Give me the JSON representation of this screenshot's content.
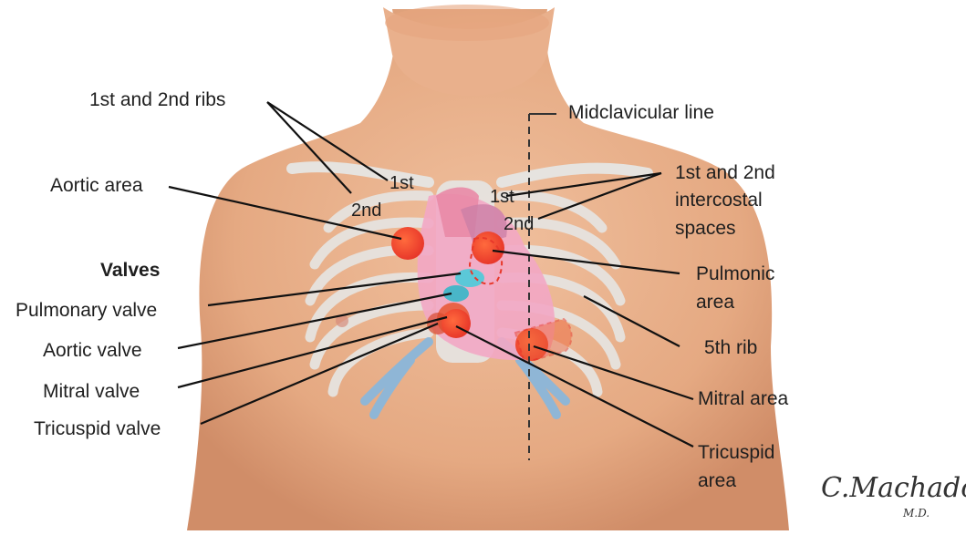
{
  "labels": {
    "ribs_1_2": "1st and 2nd ribs",
    "rib_1st": "1st",
    "rib_2nd": "2nd",
    "aortic_area": "Aortic area",
    "valves_heading": "Valves",
    "pulmonary_valve": "Pulmonary valve",
    "aortic_valve": "Aortic valve",
    "mitral_valve": "Mitral valve",
    "tricuspid_valve": "Tricuspid valve",
    "midclavicular_line": "Midclavicular line",
    "intercostal_line1": "1st and 2nd",
    "intercostal_line2": "intercostal",
    "intercostal_line3": "spaces",
    "ics_1st": "1st",
    "ics_2nd": "2nd",
    "pulmonic_line1": "Pulmonic",
    "pulmonic_line2": "area",
    "fifth_rib": "5th rib",
    "mitral_area": "Mitral area",
    "tricuspid_line1": "Tricuspid",
    "tricuspid_line2": "area"
  },
  "signature": {
    "name": "C.Machado",
    "suffix": "M.D."
  },
  "colors": {
    "skin": "#e9b08c",
    "skin_shadow": "#d88f6a",
    "rib": "#e6e3df",
    "heart": "#f2a7c4",
    "area_marker": "#ef4a2c",
    "valve_blue": "#5bc8d8",
    "vessel_blue": "#8fb6d6"
  }
}
